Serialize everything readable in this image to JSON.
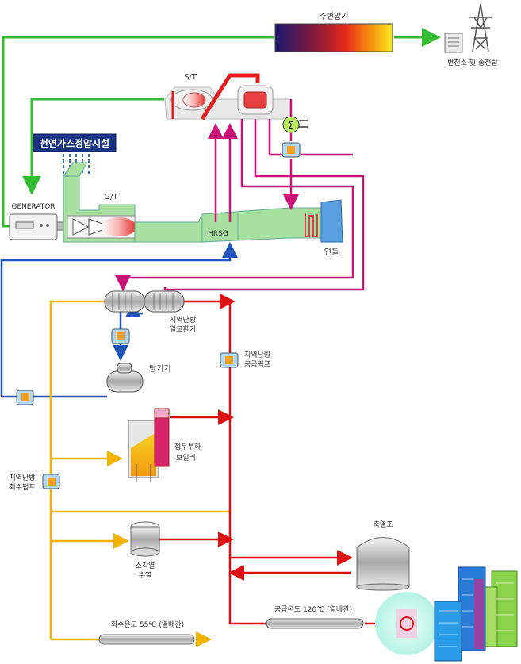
{
  "labels": {
    "transformer": "주변압기",
    "substation": "변전소 및 송전탑",
    "steam_turbine": "S/T",
    "gas_facility": "천연가스정압시설",
    "generator": "GENERATOR",
    "gas_turbine": "G/T",
    "hrsg": "HRSG",
    "stack": "연돌",
    "heat_exchanger_1": "지역난방",
    "heat_exchanger_2": "열교환기",
    "deaerator": "탈기기",
    "supply_pump_1": "지역난방",
    "supply_pump_2": "공급펌프",
    "peak_boiler_1": "첨두부하",
    "peak_boiler_2": "보일러",
    "return_pump_1": "지역난방",
    "return_pump_2": "회수펌프",
    "storage_tank": "축열조",
    "incinerator_1": "소각열",
    "incinerator_2": "수열",
    "supply_temp": "공급온도 120℃ (열배관)",
    "return_temp": "회수온도 55℃ (열배관)"
  },
  "colors": {
    "green_line": "#33bb33",
    "blue_line": "#2255bb",
    "magenta_line": "#cc1177",
    "red_line": "#dd1111",
    "yellow_line": "#f2b400",
    "duct": "#a8e0a0",
    "gas_box": "#1a3380"
  }
}
